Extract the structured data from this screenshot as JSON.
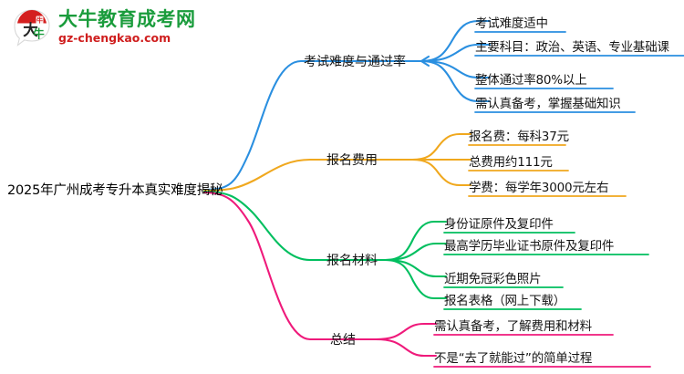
{
  "logo": {
    "mark_icon": "speech-bubble-logo-icon",
    "mark_char": "大牛",
    "brand_cn": "大牛教育成考网",
    "brand_url": "gz-chengkao.com",
    "brand_color": "#1a9c3c",
    "url_color": "#cf1e1e",
    "mark_color": "#d41f1f"
  },
  "mindmap": {
    "root": {
      "label": "2025年广州成考专升本真实难度揭秘"
    },
    "branches": [
      {
        "label": "考试难度与通过率",
        "color": "#2a8fe0",
        "children": [
          {
            "label": "考试难度适中"
          },
          {
            "label": "主要科目：政治、英语、专业基础课"
          },
          {
            "label": "整体通过率80%以上"
          },
          {
            "label": "需认真备考，掌握基础知识"
          }
        ]
      },
      {
        "label": "报名费用",
        "color": "#f0a81e",
        "children": [
          {
            "label": "报名费：每科37元"
          },
          {
            "label": "总费用约111元"
          },
          {
            "label": "学费：每学年3000元左右"
          }
        ]
      },
      {
        "label": "报名材料",
        "color": "#00bf5f",
        "children": [
          {
            "label": "身份证原件及复印件"
          },
          {
            "label": "最高学历毕业证书原件及复印件"
          },
          {
            "label": "近期免冠彩色照片"
          },
          {
            "label": "报名表格（网上下载）"
          }
        ]
      },
      {
        "label": "总结",
        "color": "#ef1a7b",
        "children": [
          {
            "label": "需认真备考，了解费用和材料"
          },
          {
            "label": "不是“去了就能过”的简单过程"
          }
        ]
      }
    ]
  }
}
